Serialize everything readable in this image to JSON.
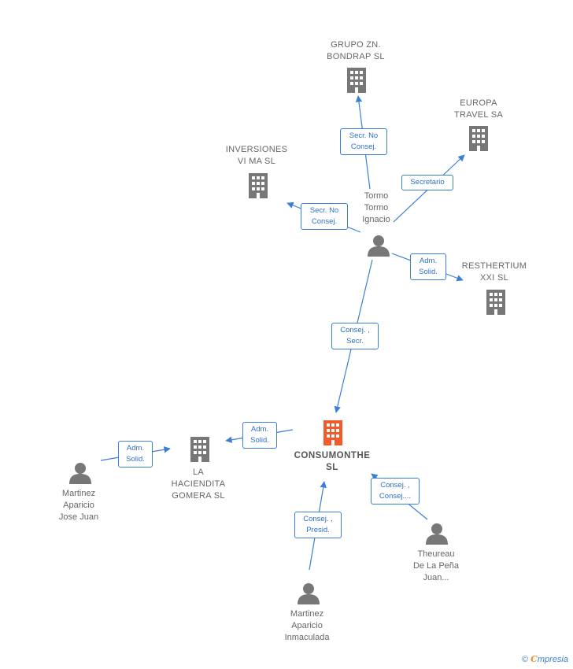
{
  "colors": {
    "edge": "#3a7fd5",
    "company_icon": "#777777",
    "main_company_icon": "#f15a2b",
    "person_icon": "#777777"
  },
  "nodes": {
    "grupo": {
      "name": "GRUPO ZN.\nBONDRAP SL",
      "icon": "building-icon"
    },
    "europa": {
      "name": "EUROPA\nTRAVEL SA",
      "icon": "building-icon"
    },
    "inversiones": {
      "name": "INVERSIONES\nVI MA SL",
      "icon": "building-icon"
    },
    "resthertium": {
      "name": "RESTHERTIUM\nXXI SL",
      "icon": "building-icon"
    },
    "tormo": {
      "name": "Tormo\nTormo\nIgnacio",
      "icon": "person-icon"
    },
    "consumonthe": {
      "name": "CONSUMONTHE\nSL",
      "icon": "building-icon"
    },
    "hacienda": {
      "name": "LA\nHACIENDITA\nGOMERA  SL",
      "icon": "building-icon"
    },
    "martinez_jose": {
      "name": "Martinez\nAparicio\nJose Juan",
      "icon": "person-icon"
    },
    "martinez_inma": {
      "name": "Martinez\nAparicio\nInmaculada",
      "icon": "person-icon"
    },
    "theureau": {
      "name": "Theureau\nDe La Peña\nJuan...",
      "icon": "person-icon"
    }
  },
  "edges": {
    "tormo_grupo": "Secr.  No\nConsej.",
    "tormo_europa": "Secretario",
    "tormo_inversiones": "Secr.  No\nConsej.",
    "tormo_resthertium": "Adm.\nSolid.",
    "tormo_consumonthe": "Consej. ,\nSecr.",
    "consumonthe_hacienda": "Adm.\nSolid.",
    "martinez_jose_hacienda": "Adm.\nSolid.",
    "martinez_inma_consumonthe": "Consej. ,\nPresid.",
    "theureau_consumonthe": "Consej. ,\nConsej...."
  },
  "footer": {
    "copyright": "©",
    "brand_initial": "C",
    "brand_rest": "mpresia"
  }
}
